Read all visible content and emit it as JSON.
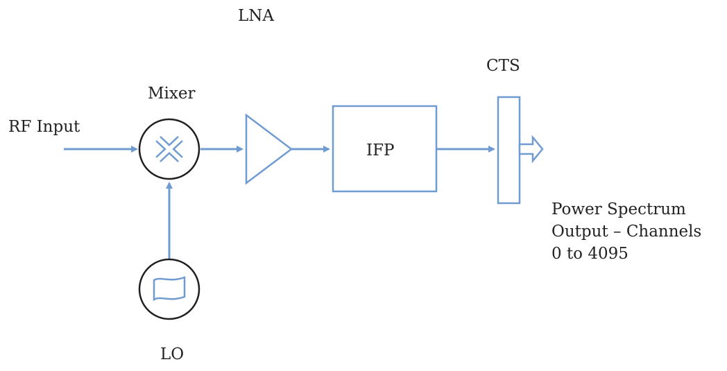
{
  "diagram": {
    "labels": {
      "lna": "LNA",
      "cts": "CTS",
      "mixer": "Mixer",
      "rf_input": "RF Input",
      "ifp": "IFP",
      "lo": "LO",
      "output_line1": "Power Spectrum",
      "output_line2": "Output – Channels",
      "output_line3": "0 to 4095"
    },
    "colors": {
      "stroke": "#6f9bd1",
      "text": "#222222",
      "circle_stroke": "#1f1f1f"
    }
  }
}
